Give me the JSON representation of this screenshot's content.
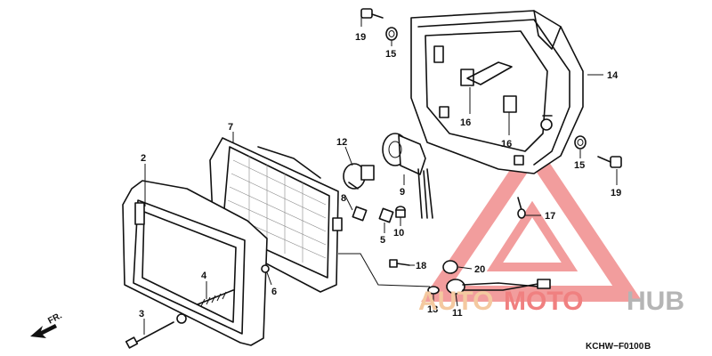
{
  "callouts": [
    {
      "id": "19",
      "label": "19"
    },
    {
      "id": "15",
      "label": "15"
    },
    {
      "id": "14",
      "label": "14"
    },
    {
      "id": "16a",
      "label": "16"
    },
    {
      "id": "16b",
      "label": "16"
    },
    {
      "id": "15b",
      "label": "15"
    },
    {
      "id": "19b",
      "label": "19"
    },
    {
      "id": "7",
      "label": "7"
    },
    {
      "id": "12",
      "label": "12"
    },
    {
      "id": "2",
      "label": "2"
    },
    {
      "id": "8",
      "label": "8"
    },
    {
      "id": "9",
      "label": "9"
    },
    {
      "id": "5",
      "label": "5"
    },
    {
      "id": "10",
      "label": "10"
    },
    {
      "id": "17",
      "label": "17"
    },
    {
      "id": "18",
      "label": "18"
    },
    {
      "id": "20",
      "label": "20"
    },
    {
      "id": "4",
      "label": "4"
    },
    {
      "id": "6",
      "label": "6"
    },
    {
      "id": "13",
      "label": "13"
    },
    {
      "id": "11",
      "label": "11"
    },
    {
      "id": "3",
      "label": "3"
    }
  ],
  "front_indicator": "FR.",
  "diagram_code": "KCHW−F0100",
  "diagram_code_suffix": "B",
  "watermark": {
    "part1": "AUTO",
    "part2": "MOTO",
    "part3": "HUB",
    "color_light": "#f4c9a0",
    "color_red": "#f08080",
    "color_gray": "#b5b5b5"
  }
}
